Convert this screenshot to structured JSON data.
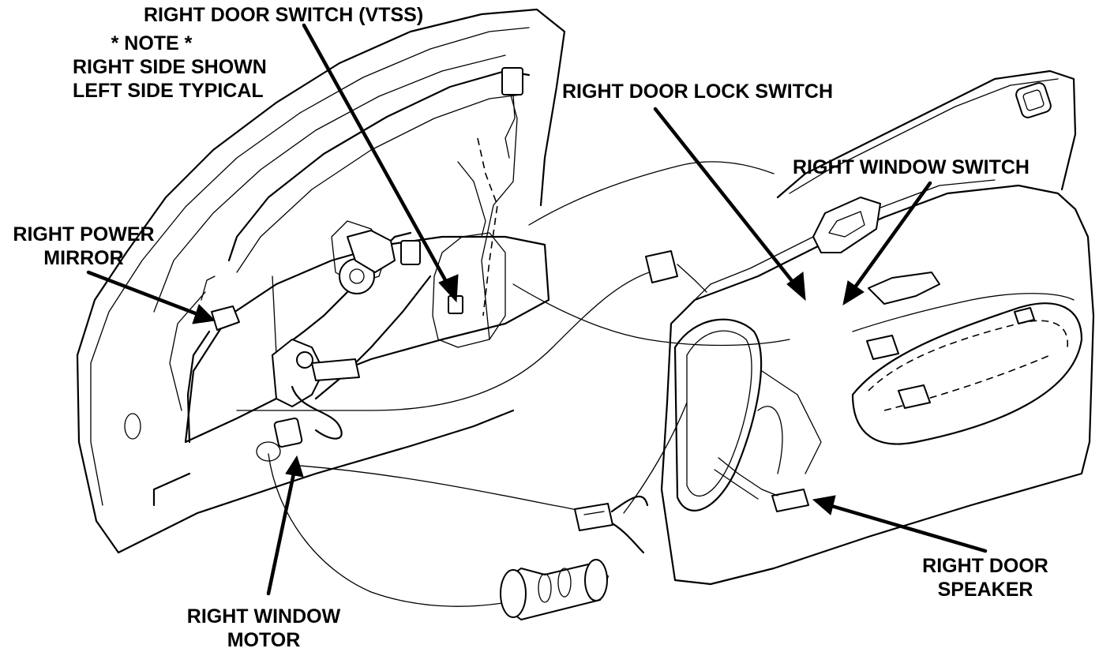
{
  "note": {
    "line1": "* NOTE *",
    "line2": "RIGHT SIDE SHOWN",
    "line3": "LEFT SIDE TYPICAL"
  },
  "callouts": {
    "door_switch": "RIGHT DOOR SWITCH (VTSS)",
    "door_lock_switch": "RIGHT DOOR LOCK SWITCH",
    "window_switch": "RIGHT WINDOW SWITCH",
    "power_mirror_line1": "RIGHT POWER",
    "power_mirror_line2": "MIRROR",
    "window_motor_line1": "RIGHT WINDOW",
    "window_motor_line2": "MOTOR",
    "door_speaker_line1": "RIGHT DOOR",
    "door_speaker_line2": "SPEAKER"
  },
  "colors": {
    "ink": "#000000",
    "paper": "#ffffff"
  }
}
